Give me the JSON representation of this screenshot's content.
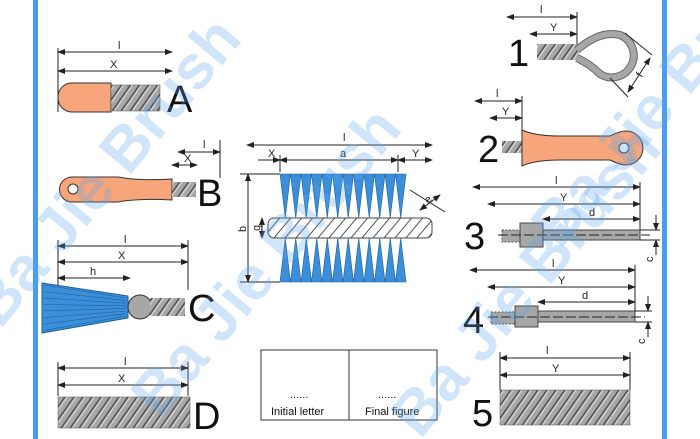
{
  "watermark": "Ba Jie Brush",
  "colors": {
    "frame": "#4a9cf0",
    "handle": "#f7a57a",
    "wire": "#a7a7a7",
    "bristle": "#3a8fd8"
  },
  "left_types": [
    {
      "letter": "A",
      "dims": [
        "l",
        "X"
      ]
    },
    {
      "letter": "B",
      "dims": [
        "l",
        "X"
      ]
    },
    {
      "letter": "C",
      "dims": [
        "l",
        "X",
        "h"
      ]
    },
    {
      "letter": "D",
      "dims": [
        "l",
        "X"
      ]
    }
  ],
  "center": {
    "dims": {
      "l": "l",
      "x": "X",
      "a": "a",
      "y": "Y",
      "b": "b",
      "g": "g",
      "e": "e"
    }
  },
  "code_box": {
    "left_dots": "......",
    "left_label": "Initial letter",
    "right_dots": "......",
    "right_label": "Final figure"
  },
  "right_types": [
    {
      "number": "1",
      "dims": [
        "l",
        "Y",
        "f"
      ]
    },
    {
      "number": "2",
      "dims": [
        "l",
        "Y"
      ]
    },
    {
      "number": "3",
      "dims": [
        "l",
        "Y",
        "d",
        "c"
      ]
    },
    {
      "number": "4",
      "dims": [
        "l",
        "Y",
        "d",
        "c"
      ]
    },
    {
      "number": "5",
      "dims": [
        "l",
        "Y"
      ]
    }
  ]
}
